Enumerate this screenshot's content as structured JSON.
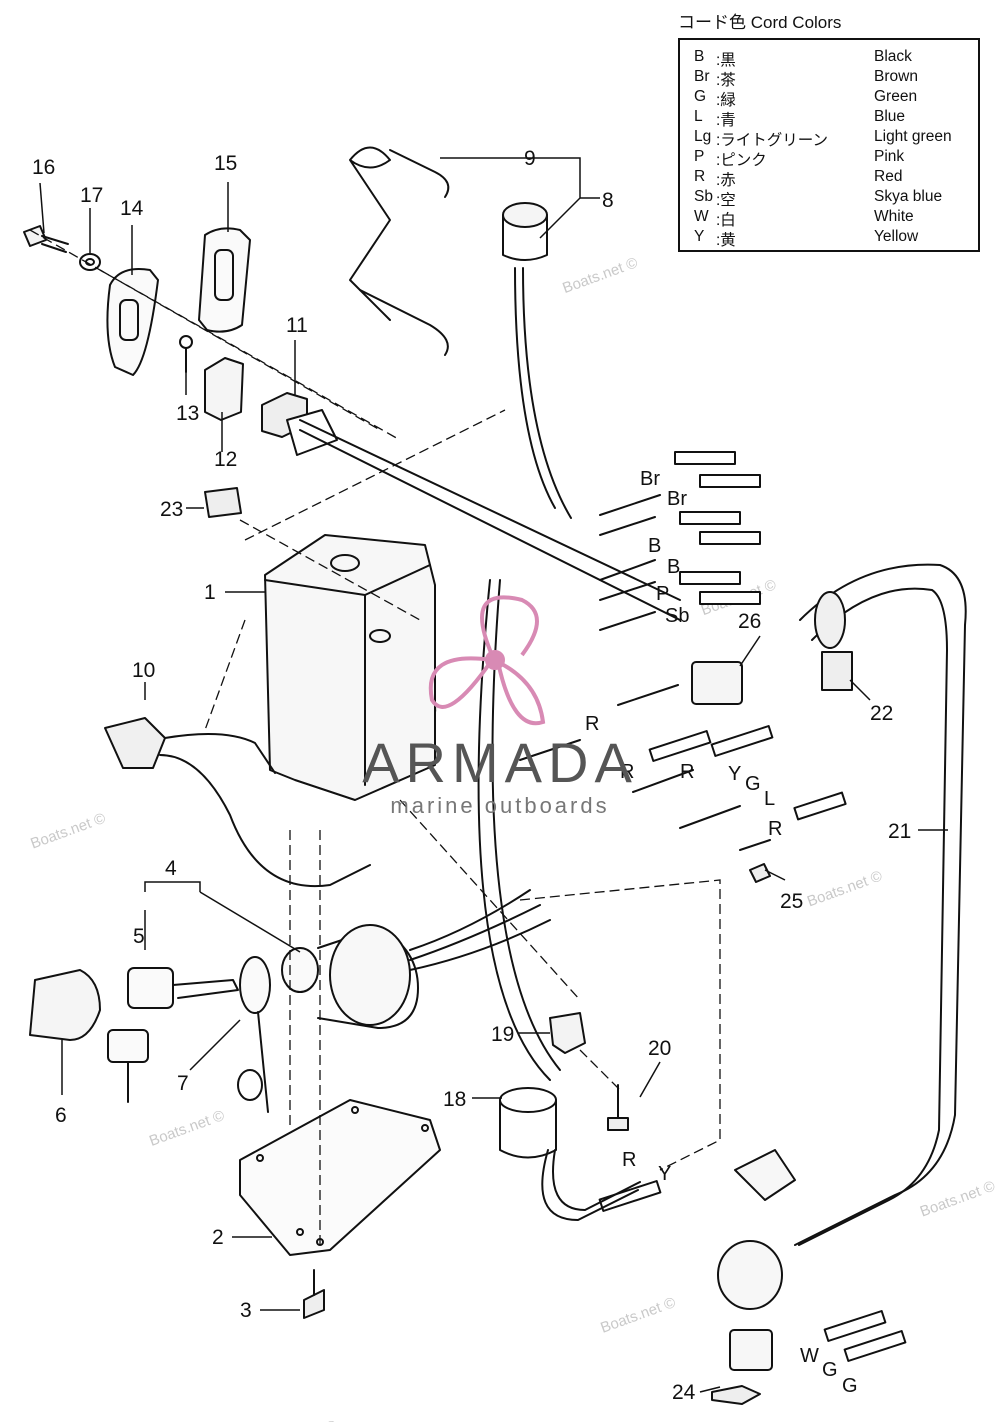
{
  "legend": {
    "title": "コード色 Cord Colors",
    "rows": [
      {
        "code": "B",
        "jp": ":黒",
        "en": "Black"
      },
      {
        "code": "Br",
        "jp": ":茶",
        "en": "Brown"
      },
      {
        "code": "G",
        "jp": ":緑",
        "en": "Green"
      },
      {
        "code": "L",
        "jp": ":青",
        "en": "Blue"
      },
      {
        "code": "Lg",
        "jp": ":ライトグリーン",
        "en": "Light green"
      },
      {
        "code": "P",
        "jp": ":ピンク",
        "en": "Pink"
      },
      {
        "code": "R",
        "jp": ":赤",
        "en": "Red"
      },
      {
        "code": "Sb",
        "jp": ":空",
        "en": "Skya blue"
      },
      {
        "code": "W",
        "jp": ":白",
        "en": "White"
      },
      {
        "code": "Y",
        "jp": ":黄",
        "en": "Yellow"
      }
    ]
  },
  "callouts": [
    "1",
    "2",
    "3",
    "4",
    "5",
    "6",
    "7",
    "8",
    "9",
    "10",
    "11",
    "12",
    "13",
    "14",
    "15",
    "16",
    "17",
    "18",
    "19",
    "20",
    "21",
    "22",
    "23",
    "24",
    "25",
    "26"
  ],
  "wire_labels": [
    "Br",
    "Br",
    "B",
    "B",
    "P",
    "Sb",
    "R",
    "R",
    "R",
    "Y",
    "G",
    "L",
    "R",
    "R",
    "Y",
    "W",
    "G",
    "G"
  ],
  "watermark": "Boats.net ©",
  "brand": {
    "name": "ARMADA",
    "subtitle": "marine outboards",
    "accent": "#d88ab4"
  }
}
